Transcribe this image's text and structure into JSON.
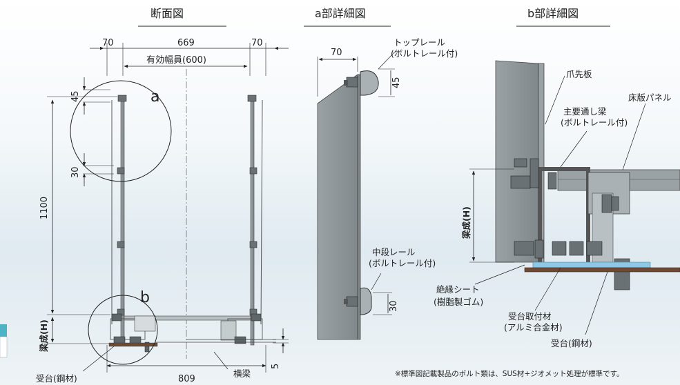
{
  "titles": {
    "section": "断面図",
    "detail_a": "a部詳細図",
    "detail_b": "b部詳細図"
  },
  "section_view": {
    "dim_left_margin": "70",
    "dim_span": "669",
    "dim_right_margin": "70",
    "effective_width": "有効幅員(600)",
    "dim_45": "45",
    "dim_30": "30",
    "height_1100": "1100",
    "beam_depth": "梁成(H)",
    "marker_a": "a",
    "marker_b": "b",
    "receiving_base": "受台(鋼材)",
    "bottom_width": "809",
    "cross_beam": "横梁",
    "dim_5": "5"
  },
  "detail_a": {
    "dim_70": "70",
    "top_rail_line1": "トップレール",
    "top_rail_line2": "(ボルトレール付)",
    "dim_45": "45",
    "mid_rail_line1": "中段レール",
    "mid_rail_line2": "(ボルトレール付)",
    "dim_30": "30"
  },
  "detail_b": {
    "toe_board": "爪先板",
    "main_beam_line1": "主要通し梁",
    "main_beam_line2": "(ボルトレール付)",
    "floor_panel": "床版パネル",
    "beam_depth": "梁成(H)",
    "insulation_line1": "絶縁シート",
    "insulation_line2": "(樹脂製ゴム)",
    "bracket_line1": "受台取付材",
    "bracket_line2": "(アルミ合金材)",
    "receiving_base": "受台(鋼材)"
  },
  "footnote": "※標準図記載製品のボルト類は、SUS材+ジオメット処理が標準です。",
  "colors": {
    "steel": "#8e9699",
    "steel_dark": "#5f6669",
    "receiving_base": "#6e4a35",
    "insulation": "#8fc7e6",
    "legend_teal": "#4fb3c6"
  }
}
